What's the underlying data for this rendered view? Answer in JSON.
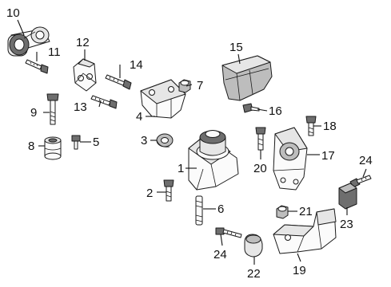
{
  "callouts": {
    "c1": "1",
    "c2": "2",
    "c3": "3",
    "c4": "4",
    "c5": "5",
    "c6": "6",
    "c7": "7",
    "c8": "8",
    "c9": "9",
    "c10": "10",
    "c11": "11",
    "c12": "12",
    "c13": "13",
    "c14": "14",
    "c15": "15",
    "c16": "16",
    "c17": "17",
    "c18": "18",
    "c19": "19",
    "c20": "20",
    "c21": "21",
    "c22": "22",
    "c23": "23",
    "c24a": "24",
    "c24b": "24"
  }
}
